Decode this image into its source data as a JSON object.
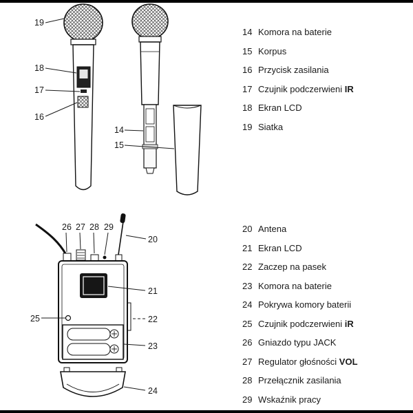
{
  "page": {
    "background": "#ffffff",
    "ink": "#1a1a1a"
  },
  "mic_section": {
    "items": [
      {
        "num": "14",
        "label": "Komora na baterie",
        "bold": ""
      },
      {
        "num": "15",
        "label": "Korpus",
        "bold": ""
      },
      {
        "num": "16",
        "label": "Przycisk zasilania",
        "bold": ""
      },
      {
        "num": "17",
        "label": "Czujnik podczerwieni ",
        "bold": "IR"
      },
      {
        "num": "18",
        "label": "Ekran LCD",
        "bold": ""
      },
      {
        "num": "19",
        "label": "Siatka",
        "bold": ""
      }
    ],
    "callouts": {
      "c14": "14",
      "c15": "15",
      "c16": "16",
      "c17": "17",
      "c18": "18",
      "c19": "19"
    }
  },
  "pack_section": {
    "items": [
      {
        "num": "20",
        "label": "Antena",
        "bold": ""
      },
      {
        "num": "21",
        "label": "Ekran LCD",
        "bold": ""
      },
      {
        "num": "22",
        "label": "Zaczep na pasek",
        "bold": ""
      },
      {
        "num": "23",
        "label": "Komora na baterie",
        "bold": ""
      },
      {
        "num": "24",
        "label": "Pokrywa komory baterii",
        "bold": ""
      },
      {
        "num": "25",
        "label": "Czujnik podczerwieni ",
        "bold": "iR"
      },
      {
        "num": "26",
        "label": "Gniazdo typu JACK",
        "bold": ""
      },
      {
        "num": "27",
        "label": "Regulator głośności ",
        "bold": "VOL"
      },
      {
        "num": "28",
        "label": "Przełącznik zasilania",
        "bold": ""
      },
      {
        "num": "29",
        "label": "Wskaźnik pracy",
        "bold": ""
      }
    ],
    "callouts": {
      "c20": "20",
      "c21": "21",
      "c22": "22",
      "c23": "23",
      "c24": "24",
      "c25": "25",
      "c26": "26",
      "c27": "27",
      "c28": "28",
      "c29": "29"
    }
  }
}
